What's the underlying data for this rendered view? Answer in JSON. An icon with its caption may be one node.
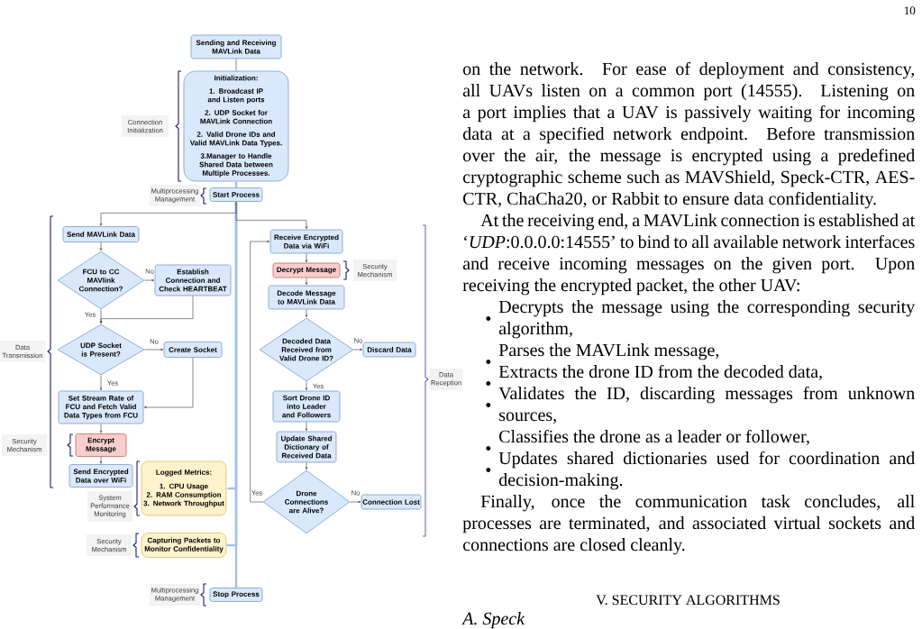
{
  "diagram": {
    "nodes": [
      {
        "text": [
          "Sending and Receiving MAVLink Data"
        ]
      },
      {
        "text": [
          "Initialization:",
          "1. Broadcast IP and Listen ports",
          "2. UDP Socket for MAVLink Connection",
          "2. Valid Drone IDs and Valid MAVLink Data Types.",
          "3.Manager to Handle Shared Data between Multiple Processes."
        ]
      },
      {
        "text": [
          "Start Process"
        ]
      },
      {
        "text": [
          "Send MAVLink Data"
        ]
      },
      {
        "text": [
          "FCU to CC MAVlink Connection?"
        ]
      },
      {
        "text": [
          "Establish Connection and Check HEARTBEAT"
        ]
      },
      {
        "text": [
          "UDP Socket is Present?"
        ]
      },
      {
        "text": [
          "Create Socket"
        ]
      },
      {
        "text": [
          "Set Stream Rate of FCU and Fetch Valid Data Types from FCU"
        ]
      },
      {
        "text": [
          "Encrypt Message"
        ]
      },
      {
        "text": [
          "Send Encrypted Data over WiFi"
        ]
      },
      {
        "text": [
          "Logged Metrics:",
          "1. CPU Usage",
          "2. RAM Consumption",
          "3. Network Throughput"
        ]
      },
      {
        "text": [
          "Capturing Packets to Monitor Confidentiality"
        ]
      },
      {
        "text": [
          "Stop Process"
        ]
      },
      {
        "text": [
          "Receive Encrypted Data via WiFi"
        ]
      },
      {
        "text": [
          "Decrypt Message"
        ]
      },
      {
        "text": [
          "Decode Message to MAVLink Data"
        ]
      },
      {
        "text": [
          "Decoded Data Received from Valid Drone ID?"
        ]
      },
      {
        "text": [
          "Discard Data"
        ]
      },
      {
        "text": [
          "Sort Drone ID into Leader and Followers"
        ]
      },
      {
        "text": [
          "Update Shared Dictionary of Received Data"
        ]
      },
      {
        "text": [
          "Drone Connections are Alive?"
        ]
      },
      {
        "text": [
          "Connection Lost"
        ]
      },
      {
        "text": [
          "Connection Initialization"
        ]
      },
      {
        "text": [
          "Multiprocessing Management"
        ]
      },
      {
        "text": [
          "Data Transmission"
        ]
      },
      {
        "text": [
          "Security Mechanism"
        ]
      },
      {
        "text": [
          "Data Reception"
        ]
      },
      {
        "text": [
          "Security Mechanism"
        ]
      },
      {
        "text": [
          "System Performance Monitoring"
        ]
      },
      {
        "text": [
          "Security Mechanism"
        ]
      },
      {
        "text": [
          "Multiprocessing Management"
        ]
      }
    ],
    "edges": [
      {
        "from": 0,
        "to": 1,
        "arrow": "none"
      },
      {
        "from": 1,
        "to": 2,
        "arrow": "none",
        "style": "thick",
        "color": "#9fc2ec"
      },
      {
        "from": 2,
        "to": 3,
        "arrow": "to"
      },
      {
        "from": 2,
        "to": 13,
        "arrow": "none",
        "style": "thick",
        "color": "#9fc2ec"
      },
      {
        "from": 2,
        "to": 14,
        "arrow": "to"
      },
      {
        "from": 3,
        "to": 4,
        "arrow": "to"
      },
      {
        "from": 4,
        "to": 5,
        "arrow": "to",
        "label": "No"
      },
      {
        "from": 4,
        "to": 6,
        "arrow": "to",
        "label": "Yes"
      },
      {
        "from": 5,
        "to": 6,
        "arrow": "to"
      },
      {
        "from": 6,
        "to": 7,
        "arrow": "to",
        "label": "No"
      },
      {
        "from": 6,
        "to": 8,
        "arrow": "to",
        "label": "Yes"
      },
      {
        "from": 7,
        "to": 8,
        "arrow": "to"
      },
      {
        "from": 8,
        "to": 9,
        "arrow": "to"
      },
      {
        "from": 9,
        "to": 10,
        "arrow": "to"
      },
      {
        "from": 2,
        "to": 11,
        "arrow": "to",
        "style": "thick",
        "color": "#9fc2ec"
      },
      {
        "from": 2,
        "to": 12,
        "arrow": "none",
        "style": "thick",
        "color": "#9fc2ec"
      },
      {
        "from": 14,
        "to": 15,
        "arrow": "to"
      },
      {
        "from": 15,
        "to": 16,
        "arrow": "to"
      },
      {
        "from": 16,
        "to": 17,
        "arrow": "to"
      },
      {
        "from": 17,
        "to": 18,
        "arrow": "to",
        "label": "No"
      },
      {
        "from": 17,
        "to": 19,
        "arrow": "to",
        "label": "Yes"
      },
      {
        "from": 19,
        "to": 20,
        "arrow": "to"
      },
      {
        "from": 20,
        "to": 21,
        "arrow": "to"
      },
      {
        "from": 21,
        "to": 22,
        "arrow": "to",
        "label": "No"
      },
      {
        "from": 21,
        "to": 14,
        "arrow": "to",
        "label": "Yes"
      }
    ],
    "labels": [
      "10",
      "on the network. For ease of deployment and consistency, all UAVs listen on a common port (14555). Listening on a port implies that a UAV is passively waiting for incoming data at a specified network endpoint. Before transmission over the air, the message is encrypted using a predefined cryptographic scheme such as MAVShield, Speck-CTR, AES-CTR, ChaCha20, or Rabbit to ensure data confidentiality.",
      "At the receiving end, a MAVLink connection is established at ‘*UDP*:0.0.0.0:14555’ to bind to all available network interfaces and receive incoming messages on the given port. Upon receiving the encrypted packet, the other UAV:",
      "Decrypts the message using the corresponding security algorithm,",
      "Parses the MAVLink message,",
      "Extracts the drone ID from the decoded data,",
      "Validates the ID, discarding messages from unknown sources,",
      "Classifies the drone as a leader or follower,",
      "Updates shared dictionaries used for coordination and decision-making.",
      "Finally, once the communication task concludes, all processes are terminated, and associated virtual sockets and connections are closed cleanly.",
      "V. SECURITY ALGORITHMS",
      "A. Speck"
    ]
  }
}
